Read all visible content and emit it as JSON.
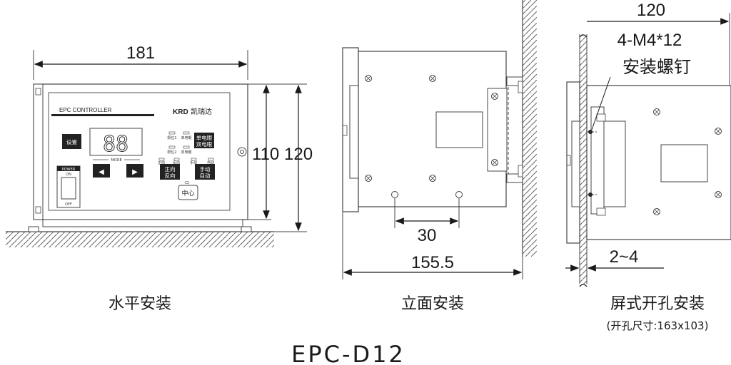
{
  "views": {
    "horizontal": {
      "width": "181",
      "height_inner": "110",
      "height_outer": "120",
      "caption": "水平安装"
    },
    "vertical": {
      "spacing": "30",
      "depth": "155.5",
      "caption": "立面安装"
    },
    "panel": {
      "width": "120",
      "screws_line1": "4-M4*12",
      "screws_line2": "安装螺钉",
      "thickness": "2~4",
      "caption": "屏式开孔安装",
      "subcaption": "(开孔尺寸:163x103)"
    }
  },
  "model": "EPC-D12",
  "device": {
    "panel_title": "EPC CONTROLLER",
    "brand_mark": "KRD",
    "brand_name": "凯瑞达",
    "setup_button": "设置",
    "display_digits": "88",
    "mode_label": "MODE",
    "left_arrow": "◀",
    "right_arrow": "▶",
    "power_label": "POWER",
    "power_on": "ON",
    "power_off": "OFF",
    "ind_1": "限位1",
    "ind_single": "单电眼",
    "ind_2": "限位2",
    "ind_double": "双电眼",
    "ind_fwd": "正向",
    "ind_rev": "反向",
    "ind_manual": "手动",
    "ind_auto": "自动",
    "btn_eye_top": "单电眼",
    "btn_eye_bottom": "双电眼",
    "btn_dir_top": "正向",
    "btn_dir_bottom": "反向",
    "btn_mode_top": "手动",
    "btn_mode_bottom": "自动",
    "btn_center": "中心"
  }
}
